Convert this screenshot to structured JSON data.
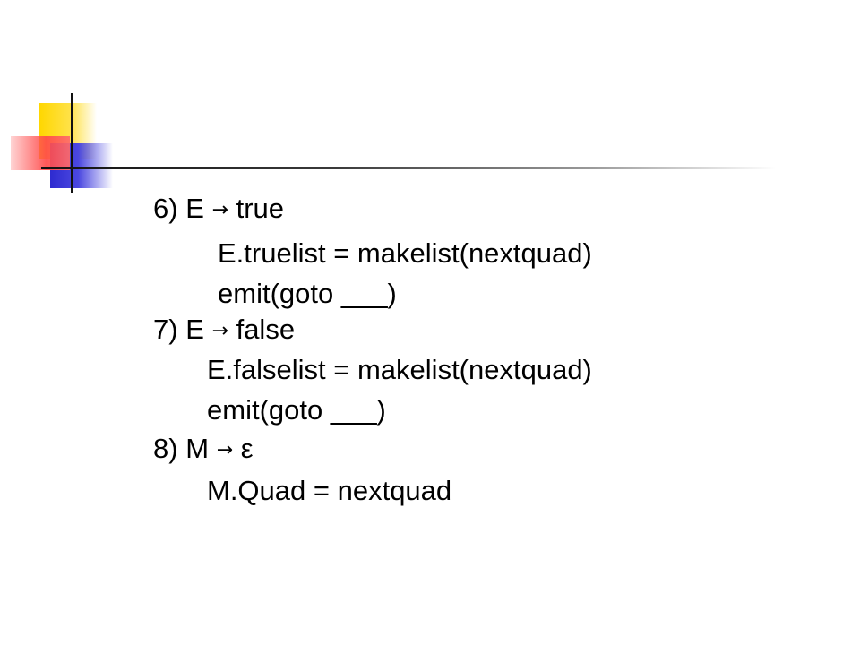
{
  "rules": [
    {
      "number": "6)",
      "lhs": "E",
      "arrow": "→",
      "rhs": "true",
      "actions": [
        "E.truelist = makelist(nextquad)",
        "emit(goto ___)"
      ]
    },
    {
      "number": "7)",
      "lhs": "E",
      "arrow": "→",
      "rhs": "false",
      "actions": [
        "E.falselist = makelist(nextquad)",
        "emit(goto ___)"
      ]
    },
    {
      "number": "8)",
      "lhs": "M",
      "arrow": "→",
      "rhs": "ε",
      "actions": [
        "M.Quad = nextquad"
      ]
    }
  ],
  "colors": {
    "yellow": "#ffd700",
    "blue": "#2e2bd0",
    "red": "#ff4a4a",
    "line": "#111111"
  }
}
